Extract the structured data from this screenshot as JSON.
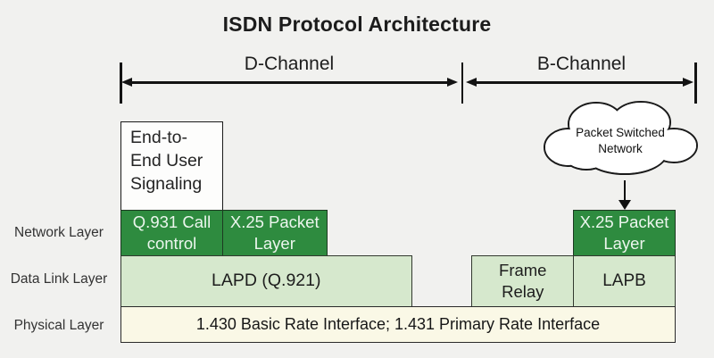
{
  "title": "ISDN Protocol Architecture",
  "channels": {
    "d": "D-Channel",
    "b": "B-Channel"
  },
  "layers": {
    "network": "Network Layer",
    "data_link": "Data Link Layer",
    "physical": "Physical Layer"
  },
  "boxes": {
    "end_to_end": "End-to-\nEnd User\nSignaling",
    "q931": "Q.931 Call\ncontrol",
    "x25_d_channel": "X.25 Packet\nLayer",
    "x25_b_channel": "X.25 Packet\nLayer",
    "lapd": "LAPD (Q.921)",
    "frame_relay": "Frame\nRelay",
    "lapb": "LAPB",
    "physical_interface": "1.430 Basic Rate Interface; 1.431 Primary Rate Interface"
  },
  "cloud": {
    "label": "Packet Switched\nNetwork"
  },
  "colors": {
    "dark_green": "#2e8b3f",
    "light_green": "#d6e8cd",
    "cream": "#faf8e6",
    "background": "#f1f1ef",
    "line": "#131313"
  }
}
